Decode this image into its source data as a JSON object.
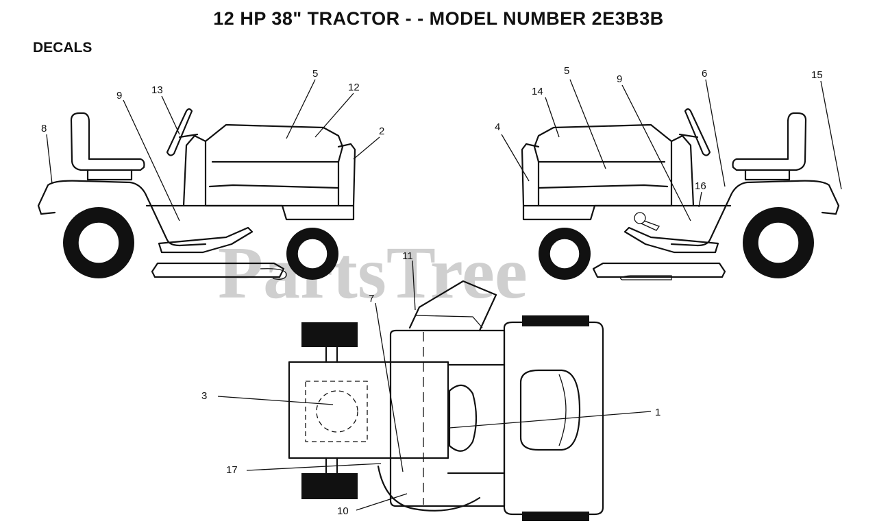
{
  "title": "12 HP 38\" TRACTOR - - MODEL NUMBER 2E3B3B",
  "section": "DECALS",
  "watermark": "PartsTree",
  "callouts": [
    {
      "id": "c8",
      "text": "8"
    },
    {
      "id": "c9l",
      "text": "9"
    },
    {
      "id": "c13",
      "text": "13"
    },
    {
      "id": "c5l",
      "text": "5"
    },
    {
      "id": "c12",
      "text": "12"
    },
    {
      "id": "c2",
      "text": "2"
    },
    {
      "id": "c4",
      "text": "4"
    },
    {
      "id": "c14",
      "text": "14"
    },
    {
      "id": "c5r",
      "text": "5"
    },
    {
      "id": "c9r",
      "text": "9"
    },
    {
      "id": "c6",
      "text": "6"
    },
    {
      "id": "c15",
      "text": "15"
    },
    {
      "id": "c16",
      "text": "16"
    },
    {
      "id": "c11",
      "text": "11"
    },
    {
      "id": "c7",
      "text": "7"
    },
    {
      "id": "c3",
      "text": "3"
    },
    {
      "id": "c1",
      "text": "1"
    },
    {
      "id": "c17",
      "text": "17"
    },
    {
      "id": "c10",
      "text": "10"
    }
  ]
}
